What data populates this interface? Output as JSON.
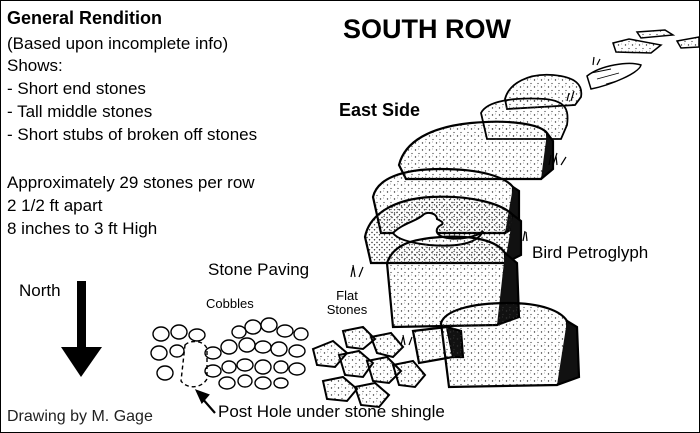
{
  "notes": {
    "title": "General Rendition",
    "lines": [
      "(Based upon incomplete info)",
      "Shows:",
      "- Short end stones",
      "- Tall middle stones",
      "- Short stubs of broken off stones"
    ],
    "stats": [
      "Approximately 29 stones per row",
      "2 1/2 ft apart",
      "8 inches to 3 ft High"
    ]
  },
  "labels": {
    "row_title": "SOUTH ROW",
    "east_side": "East Side",
    "bird": "Bird Petroglyph",
    "paving": "Stone Paving",
    "cobbles": "Cobbles",
    "flat_line1": "Flat",
    "flat_line2": "Stones",
    "north": "North",
    "post_hole": "Post Hole under stone shingle",
    "credit": "Drawing by M. Gage"
  }
}
